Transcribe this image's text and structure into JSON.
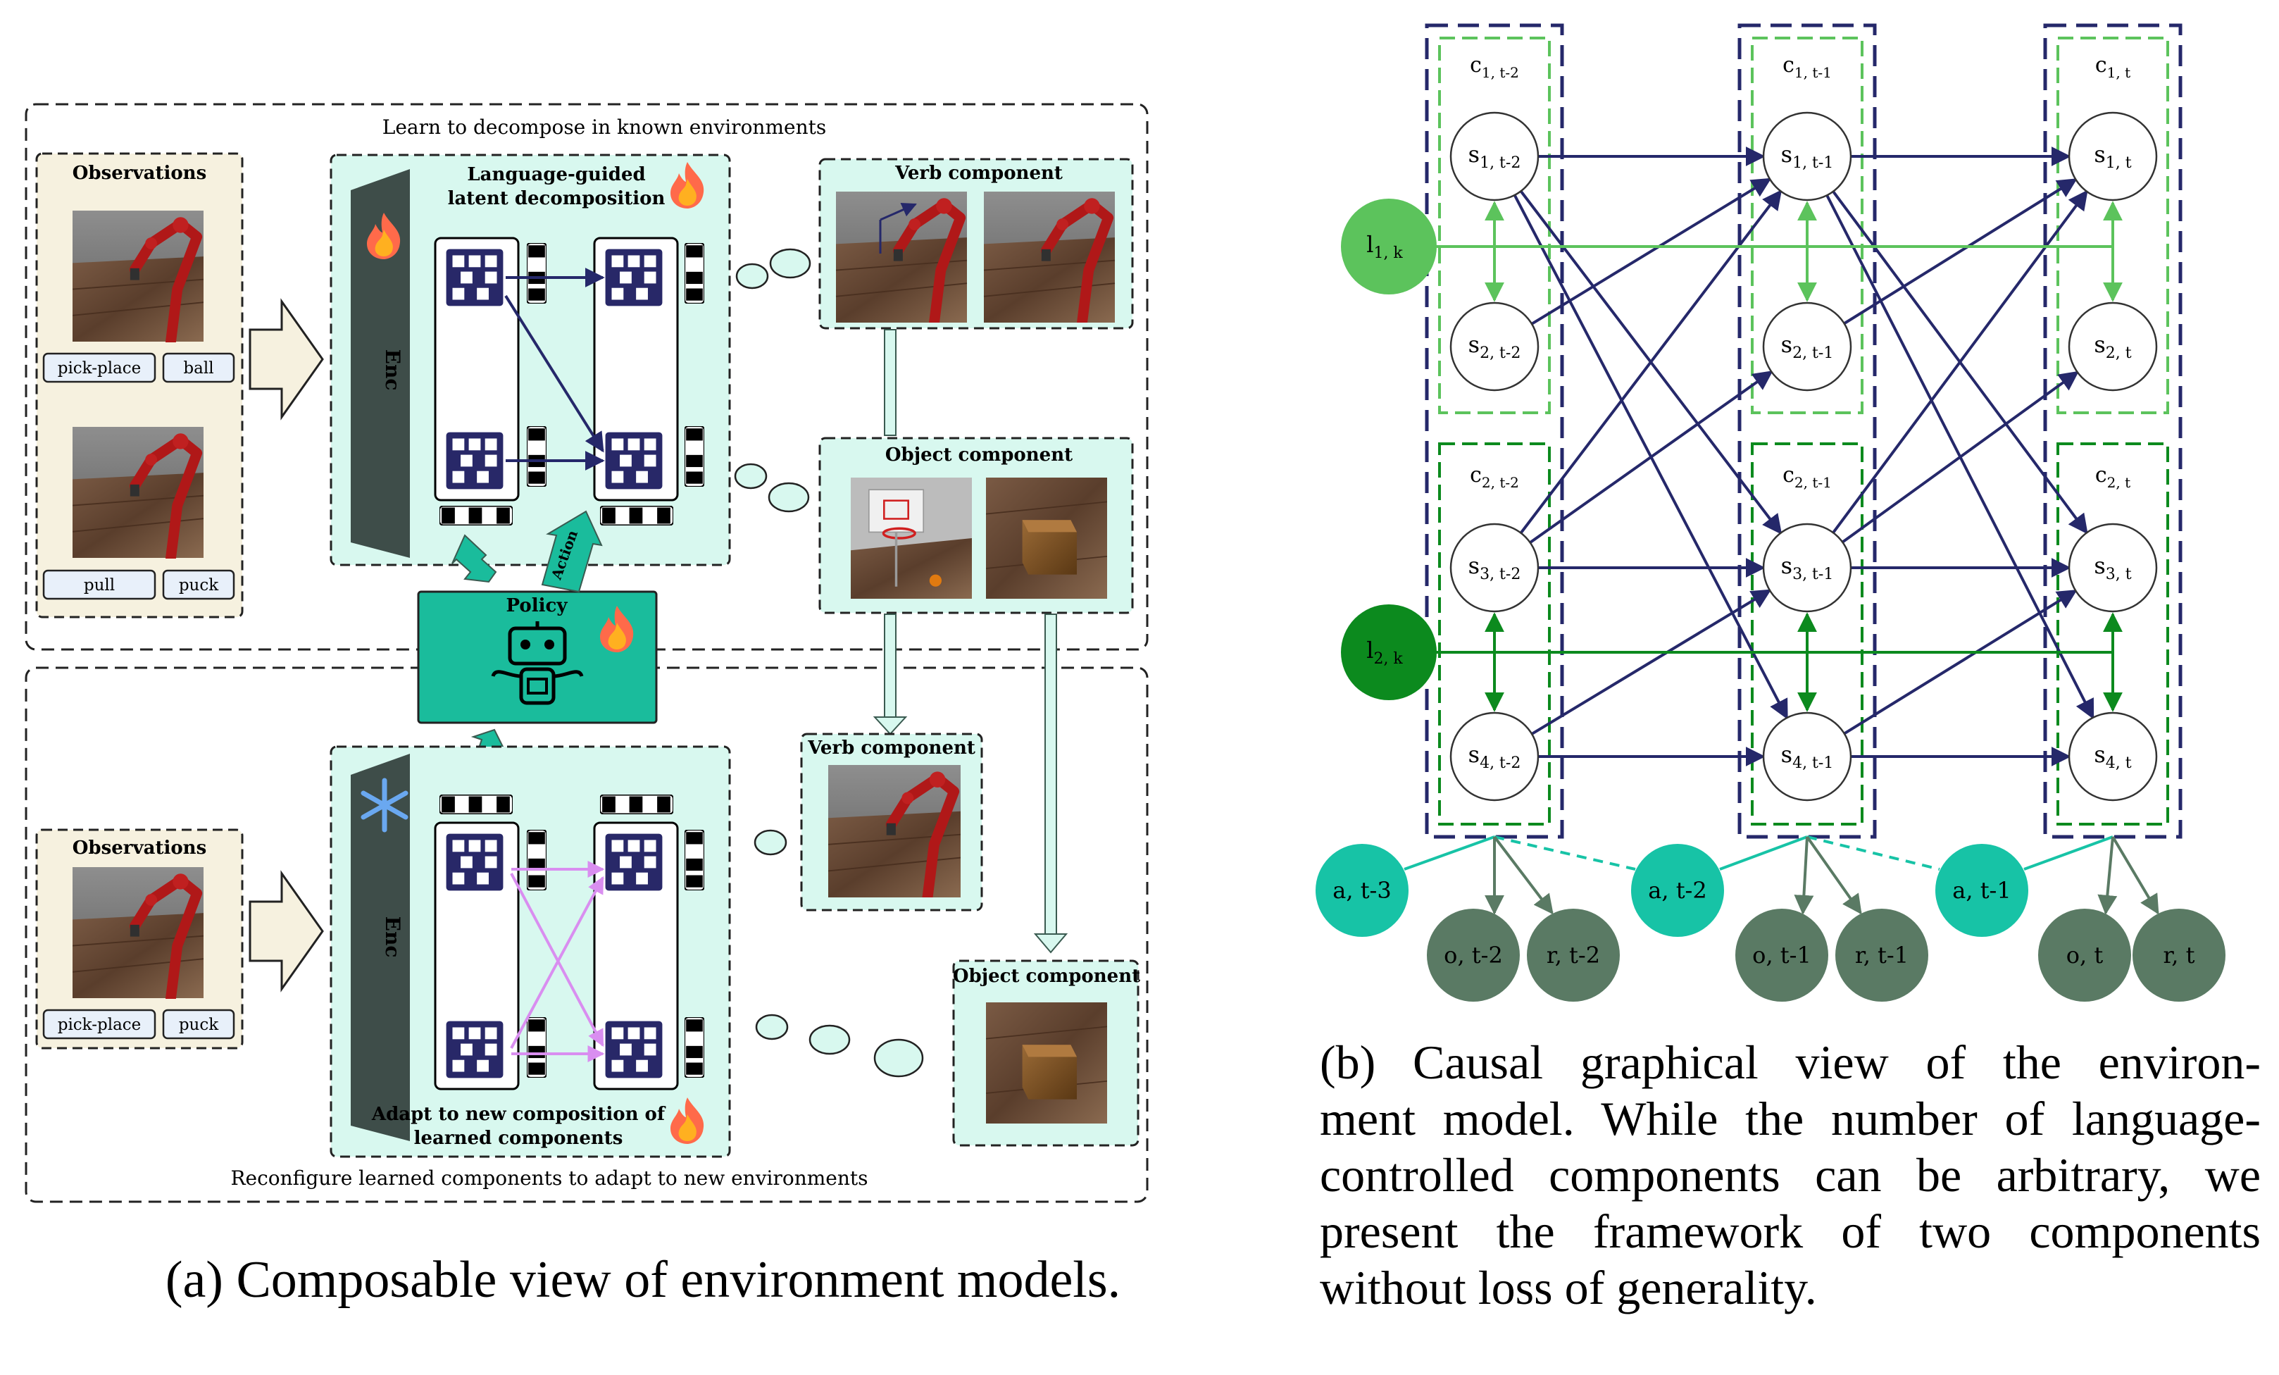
{
  "panel_a": {
    "caption": "(a) Composable view of environment models.",
    "top_title": "Learn to decompose in known environments",
    "bottom_title": "Reconfigure learned components to adapt to new environments",
    "obs_top": {
      "title": "Observations",
      "tags": [
        "pick-place",
        "ball",
        "pull",
        "puck"
      ]
    },
    "obs_bottom": {
      "title": "Observations",
      "tags": [
        "pick-place",
        "puck"
      ]
    },
    "decomp_label": [
      "Language-guided",
      "latent decomposition"
    ],
    "enc_label": "Enc",
    "policy_label": "Policy",
    "action_label": "Action",
    "verb_component": "Verb component",
    "object_component": "Object component",
    "adapt_label": [
      "Adapt to new composition of",
      "learned components"
    ]
  },
  "panel_b": {
    "caption": "(b) Causal graphical view of the environment model. While the number of language-controlled components can be arbitrary, we present the framework of two components without loss of generality.",
    "caption_lines": [
      "(b) Causal graphical view of the environ-",
      "ment model. While the number of language-",
      "controlled components can be arbitrary, we",
      "present the framework of two components",
      "without loss of generality."
    ],
    "columns": [
      {
        "c1": "c",
        "c1_sub": "1, t-2",
        "c2": "c",
        "c2_sub": "2, t-2",
        "states": [
          [
            "s",
            "1, t-2"
          ],
          [
            "s",
            "2, t-2"
          ],
          [
            "s",
            "3, t-2"
          ],
          [
            "s",
            "4, t-2"
          ]
        ]
      },
      {
        "c1": "c",
        "c1_sub": "1, t-1",
        "c2": "c",
        "c2_sub": "2, t-1",
        "states": [
          [
            "s",
            "1, t-1"
          ],
          [
            "s",
            "2, t-1"
          ],
          [
            "s",
            "3, t-1"
          ],
          [
            "s",
            "4, t-1"
          ]
        ]
      },
      {
        "c1": "c",
        "c1_sub": "1, t",
        "c2": "c",
        "c2_sub": "2, t",
        "states": [
          [
            "s",
            "1, t"
          ],
          [
            "s",
            "2, t"
          ],
          [
            "s",
            "3, t"
          ],
          [
            "s",
            "4, t"
          ]
        ]
      }
    ],
    "language_nodes": [
      [
        "l",
        "1, k"
      ],
      [
        "l",
        "2, k"
      ]
    ],
    "action_nodes": [
      "a, t-3",
      "a, t-2",
      "a, t-1"
    ],
    "obs_nodes": [
      "o, t-2",
      "o, t-1",
      "o, t"
    ],
    "reward_nodes": [
      "r, t-2",
      "r, t-1",
      "r, t"
    ],
    "colors": {
      "navy": "#25286a",
      "light_green": "#5cc35c",
      "dark_green": "#0c8a1e",
      "teal": "#17c3a6",
      "gray_green": "#5a7a64",
      "mint": "#d8f8ef",
      "cream": "#f6f1df",
      "policy": "#1abc9c",
      "enc": "#3e4d49",
      "violet": "#d98ef0"
    }
  }
}
